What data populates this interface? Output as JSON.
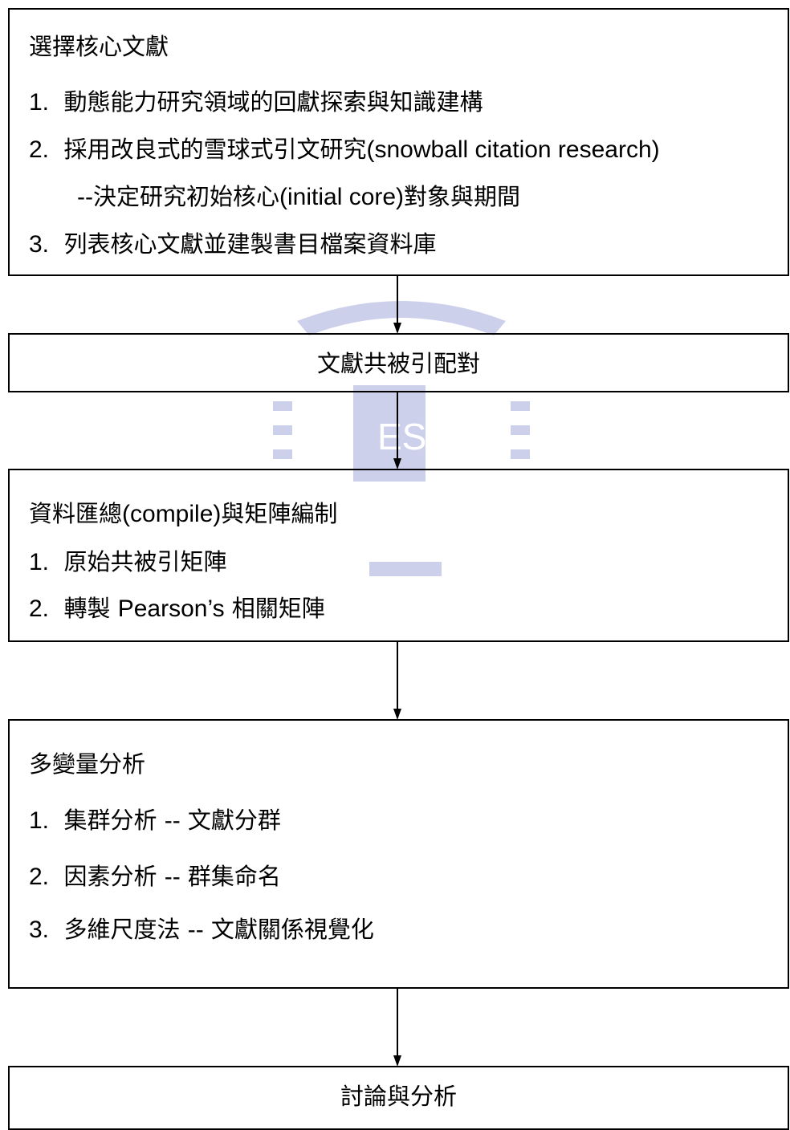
{
  "box1": {
    "title": "選擇核心文獻",
    "items": [
      {
        "num": "1.",
        "text": "動態能力研究領域的回獻探索與知識建構"
      },
      {
        "num": "2.",
        "text_a": "採用改良式的雪球式引文研究",
        "text_b": "(snowball citation research)"
      },
      {
        "prefix": "--",
        "text_a": "決定研究初始核心",
        "text_b": "(initial core)",
        "text_c": "對象與期間"
      },
      {
        "num": "3.",
        "text": "列表核心文獻並建製書目檔案資料庫"
      }
    ]
  },
  "box2": {
    "title": "文獻共被引配對"
  },
  "box3": {
    "title_a": "資料匯總",
    "title_b": "(compile)",
    "title_c": "與矩陣編制",
    "items": [
      {
        "num": "1.",
        "text": "原始共被引矩陣"
      },
      {
        "num": "2.",
        "text_a": "轉製",
        "text_b": "Pearson’s",
        "text_c": "相關矩陣"
      }
    ]
  },
  "box4": {
    "title": "多變量分析",
    "items": [
      {
        "num": "1.",
        "text_a": "集群分析",
        "sep": "--",
        "text_b": "文獻分群"
      },
      {
        "num": "2.",
        "text_a": "因素分析",
        "sep": "--",
        "text_b": "群集命名"
      },
      {
        "num": "3.",
        "text_a": "多維尺度法",
        "sep": "--",
        "text_b": "文獻關係視覺化"
      }
    ]
  },
  "box5": {
    "title": "討論與分析"
  },
  "watermark": {
    "text": "ES"
  }
}
